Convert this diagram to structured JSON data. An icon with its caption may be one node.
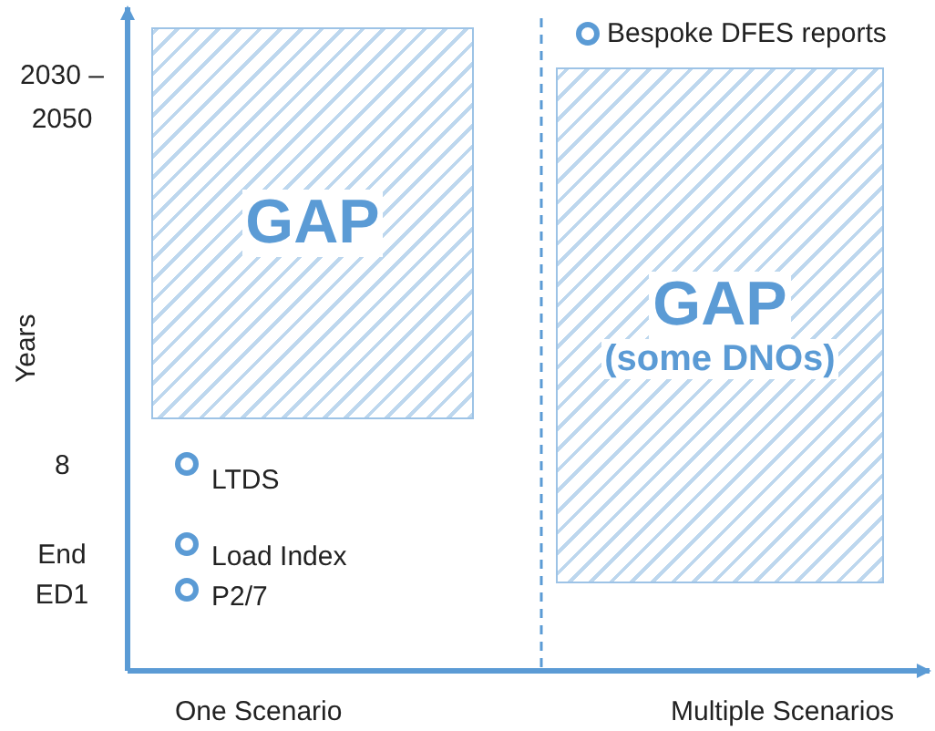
{
  "diagram": {
    "nodes": [
      {
        "text": [
          "GAP"
        ]
      },
      {
        "text": [
          "GAP",
          "(some DNOs)"
        ]
      }
    ],
    "edges": [],
    "labels": [
      "Bespoke DFES reports",
      "2030 – 2050",
      "Years",
      "8",
      "LTDS",
      "End ED1",
      "Load Index",
      "P2/7",
      "One Scenario",
      "Multiple Scenarios"
    ]
  }
}
